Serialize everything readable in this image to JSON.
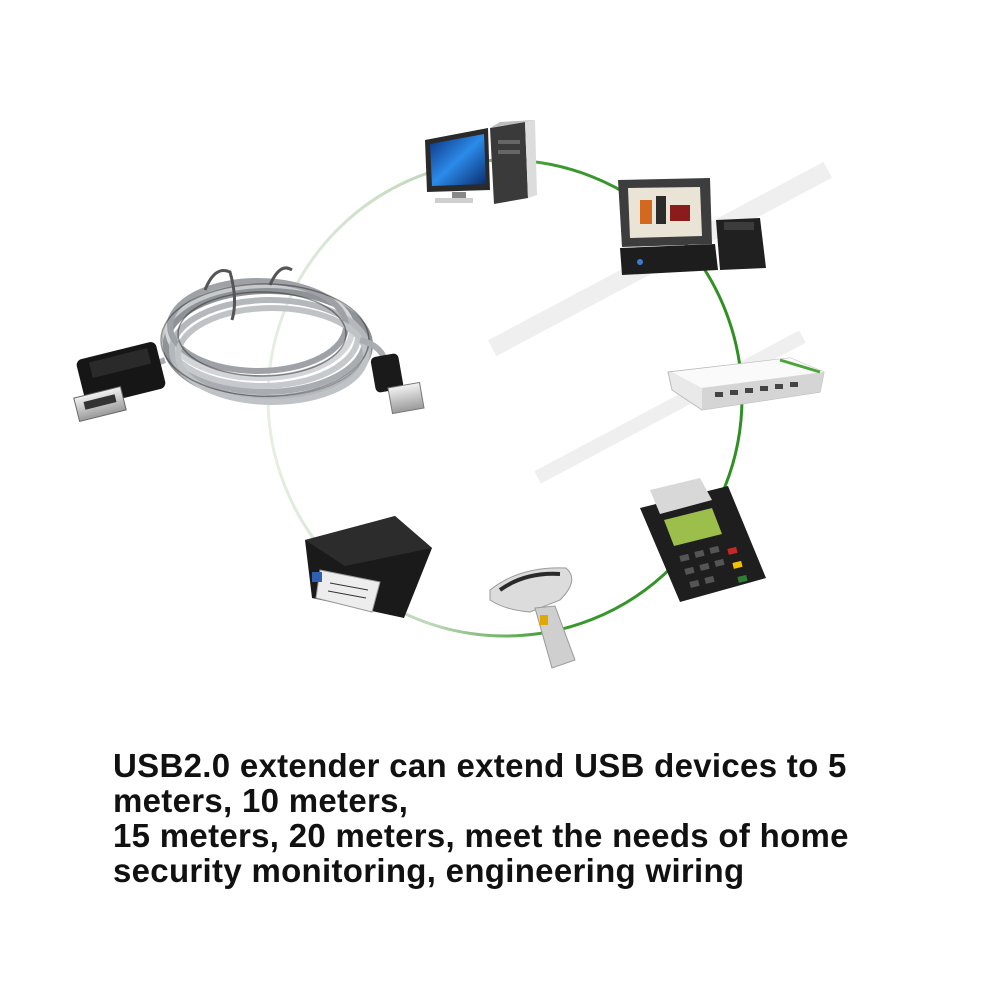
{
  "caption": {
    "lines": [
      "USB2.0 extender can extend USB devices to 5",
      "meters, 10 meters,",
      "15 meters, 20 meters, meet the needs of home",
      "security monitoring, engineering wiring"
    ]
  },
  "colors": {
    "ring": "#3a9a2e",
    "ring_faded": "#c8dcc4",
    "cable": "#b9bcc0",
    "device_dark": "#1c1c1c",
    "screen_blue": "#1e6fd0"
  },
  "devices": [
    {
      "name": "desktop-computer",
      "icon": "desktop-computer-icon"
    },
    {
      "name": "pos-terminal",
      "icon": "pos-terminal-icon"
    },
    {
      "name": "network-switch",
      "icon": "network-switch-icon"
    },
    {
      "name": "card-payment-terminal",
      "icon": "payment-terminal-icon"
    },
    {
      "name": "barcode-scanner",
      "icon": "barcode-scanner-icon"
    },
    {
      "name": "label-printer",
      "icon": "label-printer-icon"
    }
  ]
}
